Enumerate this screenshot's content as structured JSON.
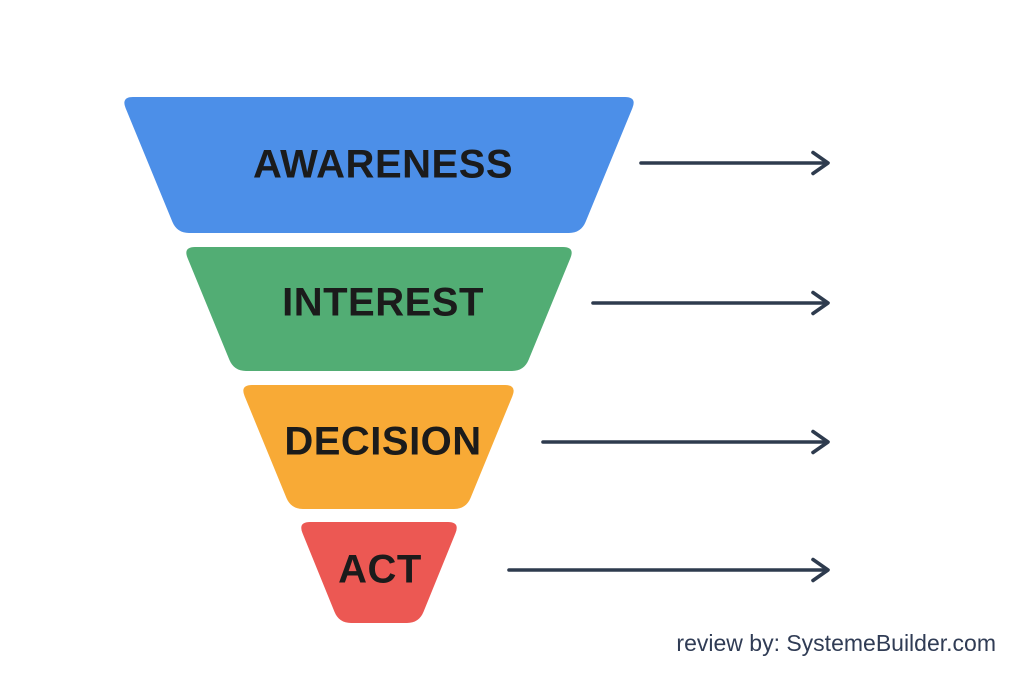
{
  "page": {
    "background_color": "#ffffff"
  },
  "funnel": {
    "type": "marketing-funnel",
    "stages": [
      {
        "label": "AWARENESS",
        "color": "#4c8fe8"
      },
      {
        "label": "INTEREST",
        "color": "#52ad74"
      },
      {
        "label": "DECISION",
        "color": "#f8aa36"
      },
      {
        "label": "ACT",
        "color": "#ec5853"
      }
    ],
    "label_color": "#1b1b1b",
    "arrow_color": "#2e3b4e"
  },
  "footer": {
    "credit": "review by: SystemeBuilder.com",
    "color": "#303c55"
  }
}
